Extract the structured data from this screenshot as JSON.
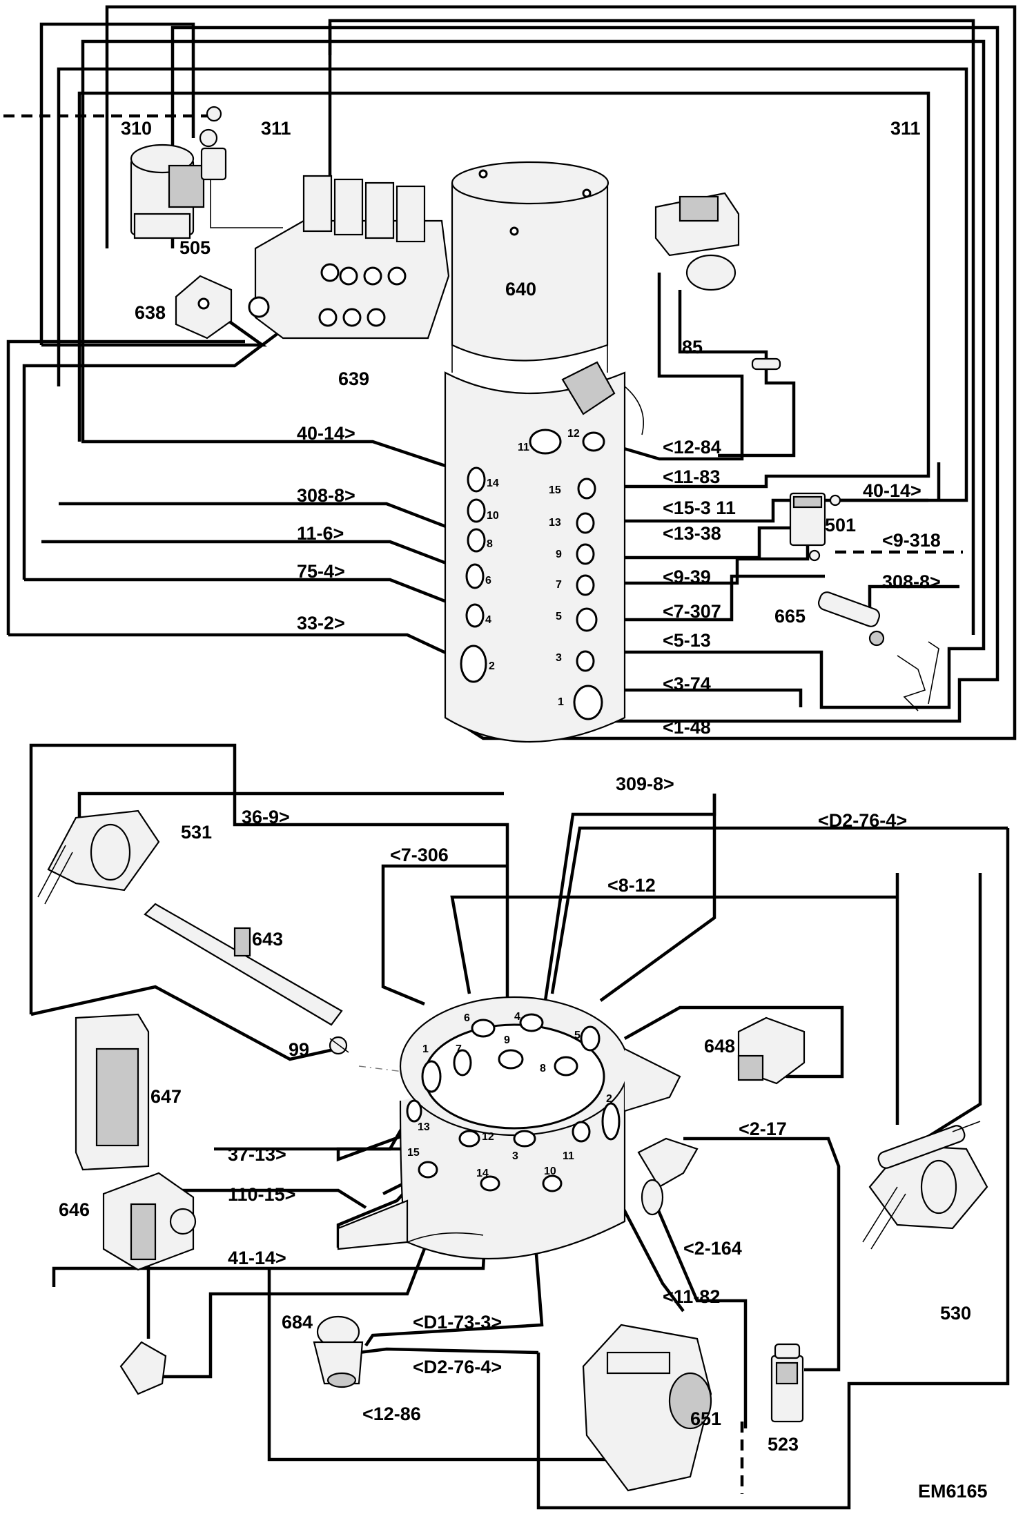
{
  "drawing_code": "EM6165",
  "upper_components": [
    "310",
    "311",
    "311",
    "505",
    "638",
    "639",
    "640",
    "85",
    "501",
    "665"
  ],
  "lower_components": [
    "531",
    "643",
    "647",
    "99",
    "646",
    "684",
    "651",
    "523",
    "530",
    "648"
  ],
  "upper_left_lines": [
    "40-14>",
    "308-8>",
    "11-6>",
    "75-4>",
    "33-2>"
  ],
  "upper_right_lines": [
    "<12-84",
    "<11-83",
    "<15-3 11",
    "40-14>",
    "<13-38",
    "<9-318",
    "<9-39",
    "<7-307",
    "308-8>",
    "<5-13",
    "<3-74",
    "<1-48"
  ],
  "lower_lines": [
    "309-8>",
    "36-9>",
    "<D2-76-4>",
    "<7-306",
    "<8-12",
    "<2-17",
    "37-13>",
    "110-15>",
    "41-14>",
    "<2-164",
    "<11-82",
    "<D1-73-3>",
    "<D2-76-4>",
    "<12-86"
  ],
  "tower_left_ports": [
    "14",
    "10",
    "8",
    "6",
    "4",
    "2"
  ],
  "tower_right_ports": [
    "12",
    "11",
    "15",
    "13",
    "9",
    "7",
    "5",
    "3",
    "1"
  ],
  "ring_ports": [
    "1",
    "7",
    "6",
    "4",
    "9",
    "5",
    "8",
    "13",
    "12",
    "3",
    "11",
    "2",
    "15",
    "14",
    "10"
  ]
}
